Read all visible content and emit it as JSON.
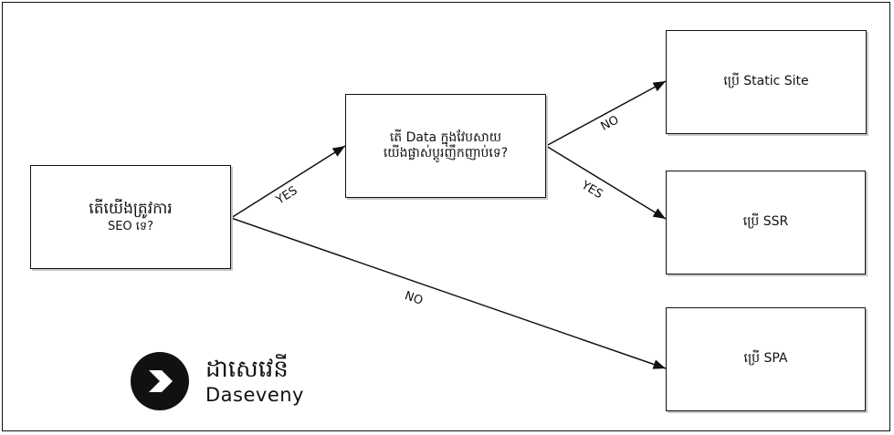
{
  "nodes": {
    "need_seo": {
      "line1": "តើយើងត្រូវការ",
      "line2": "SEO ទេ?"
    },
    "data_changes": {
      "line1": "តើ Data ក្នុងវែបសាយ",
      "line2": "យើងផ្លាស់ប្តូរញឹកញាប់ទេ?"
    },
    "static_site": {
      "label": "ប្រើ Static Site"
    },
    "ssr": {
      "label": "ប្រើ SSR"
    },
    "spa": {
      "label": "ប្រើ SPA"
    }
  },
  "edges": {
    "seo_yes": "YES",
    "seo_no": "NO",
    "data_no": "NO",
    "data_yes": "YES"
  },
  "brand": {
    "name_khmer": "ដាសេវេនី",
    "name_latin": "Daseveny",
    "logo_icon": "chevron-right-icon"
  }
}
